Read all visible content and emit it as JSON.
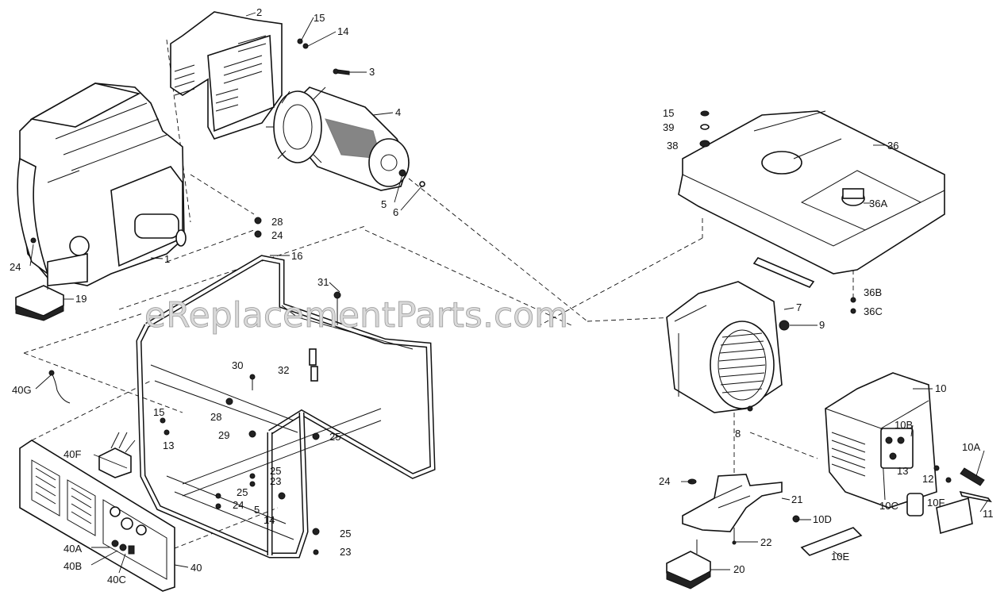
{
  "watermark": "eReplacementParts.com",
  "callouts": {
    "c2": "2",
    "c15a": "15",
    "c14a": "14",
    "c3": "3",
    "c4": "4",
    "c5a": "5",
    "c6": "6",
    "c28a": "28",
    "c24a": "24",
    "c1": "1",
    "c24b": "24",
    "c19": "19",
    "c16": "16",
    "c31": "31",
    "c30": "30",
    "c32": "32",
    "c28b": "28",
    "c29": "29",
    "c25a": "25",
    "c25b": "25",
    "c23a": "23",
    "c25c": "25",
    "c24c": "24",
    "c5b": "5",
    "c14b": "14",
    "c25d": "25",
    "c23b": "23",
    "c15b": "15",
    "c13a": "13",
    "c40g": "40G",
    "c40f": "40F",
    "c40a": "40A",
    "c40b": "40B",
    "c40c": "40C",
    "c40": "40",
    "c15c": "15",
    "c39": "39",
    "c38": "38",
    "c36": "36",
    "c36a": "36A",
    "c36b": "36B",
    "c36c": "36C",
    "c7": "7",
    "c9": "9",
    "c8": "8",
    "c10": "10",
    "c10b": "10B",
    "c10a": "10A",
    "c13b": "13",
    "c12": "12",
    "c11": "11",
    "c10c": "10C",
    "c10f": "10F",
    "c10d": "10D",
    "c10e": "10E",
    "c24d": "24",
    "c21": "21",
    "c22": "22",
    "c20": "20"
  }
}
